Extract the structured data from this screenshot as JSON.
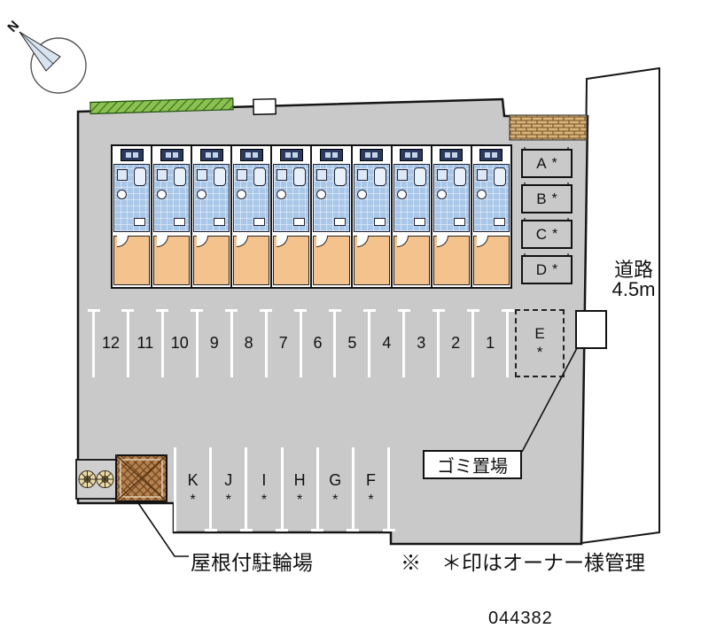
{
  "colors": {
    "site-gray": "#c9c9c9",
    "unit-blue": "#a9c7e8",
    "room-orange": "#f4c38d",
    "green-strip": "#8cc152",
    "brick-tan": "#d9b476",
    "wood-brown": "#b5824e"
  },
  "compass": {
    "north_label": "N"
  },
  "road": {
    "name": "道路",
    "width": "4.5m"
  },
  "building": {
    "unit_count": 10
  },
  "parking": {
    "carports": [
      {
        "letter": "A",
        "mark": "*"
      },
      {
        "letter": "B",
        "mark": "*"
      },
      {
        "letter": "C",
        "mark": "*"
      },
      {
        "letter": "D",
        "mark": "*"
      }
    ],
    "numbered": [
      "12",
      "11",
      "10",
      "9",
      "8",
      "7",
      "6",
      "5",
      "4",
      "3",
      "2",
      "1"
    ],
    "space_e": {
      "letter": "E",
      "mark": "*"
    },
    "lettered": [
      {
        "letter": "K",
        "mark": "*"
      },
      {
        "letter": "J",
        "mark": "*"
      },
      {
        "letter": "I",
        "mark": "*"
      },
      {
        "letter": "H",
        "mark": "*"
      },
      {
        "letter": "G",
        "mark": "*"
      },
      {
        "letter": "F",
        "mark": "*"
      }
    ]
  },
  "labels": {
    "garbage_area": "ゴミ置場",
    "bicycle_parking": "屋根付駐輪場",
    "owner_note": "※　＊印はオーナー様管理",
    "plan_number": "044382"
  }
}
